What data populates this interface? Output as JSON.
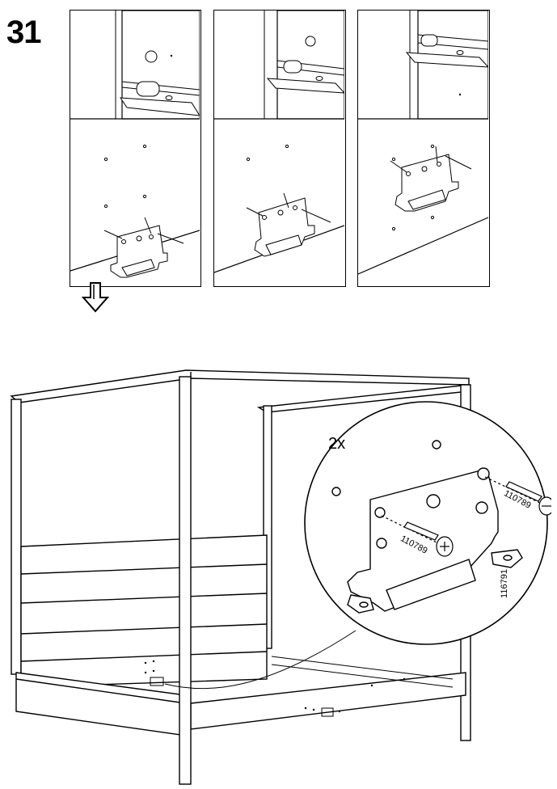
{
  "step": {
    "number": "31"
  },
  "info": {
    "icon": "info-icon"
  },
  "detail": {
    "quantity": "2x",
    "screw_code_1": "110789",
    "screw_code_2": "110789",
    "bracket_code": "116791"
  },
  "icons": {
    "down_arrow": "hollow-down-arrow-icon"
  }
}
